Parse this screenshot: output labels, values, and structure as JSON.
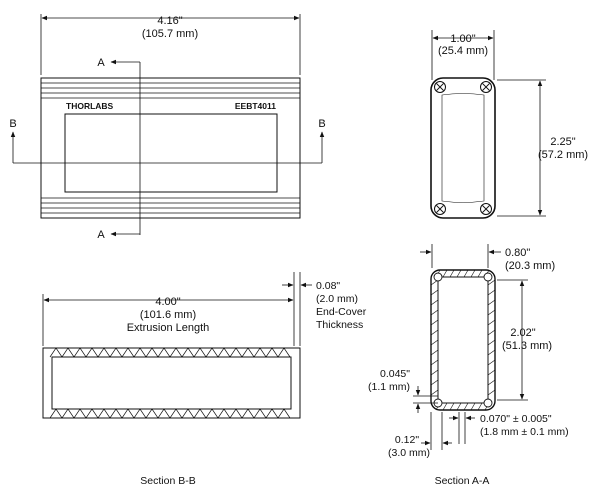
{
  "top_view": {
    "width_in": "4.16\"",
    "width_mm": "(105.7 mm)",
    "brand": "THORLABS",
    "part_number": "EEBT4011",
    "section_aa_top": "A",
    "section_aa_bottom": "A",
    "section_bb_left": "B",
    "section_bb_right": "B"
  },
  "end_view": {
    "width_in": "1.00\"",
    "width_mm": "(25.4 mm)",
    "height_in": "2.25\"",
    "height_mm": "(57.2 mm)"
  },
  "section_bb": {
    "length_in": "4.00\"",
    "length_mm": "(101.6 mm)",
    "length_note": "Extrusion Length",
    "cover_in": "0.08\"",
    "cover_mm": "(2.0 mm)",
    "cover_note_1": "End-Cover",
    "cover_note_2": "Thickness",
    "caption": "Section B-B"
  },
  "section_aa": {
    "width_in": "0.80\"",
    "width_mm": "(20.3 mm)",
    "height_in": "2.02\"",
    "height_mm": "(51.3 mm)",
    "wall_in": "0.045\"",
    "wall_mm": "(1.1 mm)",
    "groove_in": "0.070\" ± 0.005\"",
    "groove_mm": "(1.8 mm ± 0.1 mm)",
    "edge_in": "0.12\"",
    "edge_mm": "(3.0 mm)",
    "caption": "Section A-A"
  }
}
